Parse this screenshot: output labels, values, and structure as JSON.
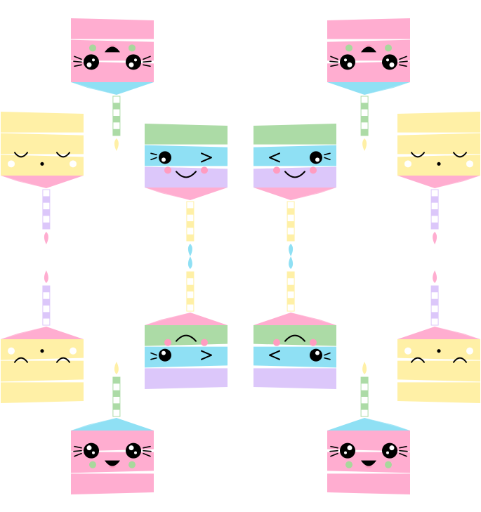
{
  "scene": {
    "description": "",
    "background": "#ffffff",
    "colors": {
      "pink": "#ffadd0",
      "yellow": "#fff0a6",
      "blue": "#8fe0f4",
      "green": "#acdba6",
      "purple": "#dcc7fa",
      "stroke": "#000000",
      "cheek_pink": "#ff9cc0",
      "cheek_green": "#a8d89c"
    },
    "cakes": [
      {
        "name": "cake-pink-top-left",
        "layers": [
          "pink",
          "pink",
          "pink"
        ],
        "plate": "blue",
        "candle": "green",
        "flame": "yellow",
        "face": "open-smile",
        "cheeks": "green",
        "flip_v": true,
        "mirror": false
      },
      {
        "name": "cake-pink-top-right",
        "layers": [
          "pink",
          "pink",
          "pink"
        ],
        "plate": "blue",
        "candle": "green",
        "flame": "yellow",
        "face": "open-smile",
        "cheeks": "green",
        "flip_v": true,
        "mirror": true
      },
      {
        "name": "cake-yellow-upper-left",
        "layers": [
          "yellow",
          "yellow",
          "yellow"
        ],
        "plate": "pink",
        "candle": "purple",
        "flame": "pink",
        "face": "happy-closed",
        "cheeks": "white",
        "flip_v": true,
        "mirror": false
      },
      {
        "name": "cake-yellow-upper-right",
        "layers": [
          "yellow",
          "yellow",
          "yellow"
        ],
        "plate": "pink",
        "candle": "purple",
        "flame": "pink",
        "face": "happy-closed",
        "cheeks": "white",
        "flip_v": true,
        "mirror": true
      },
      {
        "name": "cake-rainbow-upper-mid-left",
        "layers": [
          "purple",
          "blue",
          "green"
        ],
        "plate": "pink",
        "candle": "yellow",
        "flame": "blue",
        "face": "wink",
        "cheeks": "pink",
        "flip_v": true,
        "mirror": false
      },
      {
        "name": "cake-rainbow-upper-mid-right",
        "layers": [
          "purple",
          "blue",
          "green"
        ],
        "plate": "pink",
        "candle": "yellow",
        "flame": "blue",
        "face": "wink",
        "cheeks": "pink",
        "flip_v": true,
        "mirror": true
      },
      {
        "name": "cake-yellow-lower-left",
        "layers": [
          "yellow",
          "yellow",
          "yellow"
        ],
        "plate": "pink",
        "candle": "purple",
        "flame": "pink",
        "face": "happy-closed",
        "cheeks": "white",
        "flip_v": false,
        "mirror": false
      },
      {
        "name": "cake-yellow-lower-right",
        "layers": [
          "yellow",
          "yellow",
          "yellow"
        ],
        "plate": "pink",
        "candle": "purple",
        "flame": "pink",
        "face": "happy-closed",
        "cheeks": "white",
        "flip_v": false,
        "mirror": true
      },
      {
        "name": "cake-rainbow-lower-mid-left",
        "layers": [
          "green",
          "blue",
          "purple"
        ],
        "plate": "pink",
        "candle": "yellow",
        "flame": "blue",
        "face": "wink",
        "cheeks": "pink",
        "flip_v": false,
        "mirror": false
      },
      {
        "name": "cake-rainbow-lower-mid-right",
        "layers": [
          "green",
          "blue",
          "purple"
        ],
        "plate": "pink",
        "candle": "yellow",
        "flame": "blue",
        "face": "wink",
        "cheeks": "pink",
        "flip_v": false,
        "mirror": true
      },
      {
        "name": "cake-pink-bottom-left",
        "layers": [
          "pink",
          "pink",
          "pink"
        ],
        "plate": "blue",
        "candle": "green",
        "flame": "yellow",
        "face": "open-smile",
        "cheeks": "green",
        "flip_v": false,
        "mirror": false
      },
      {
        "name": "cake-pink-bottom-right",
        "layers": [
          "pink",
          "pink",
          "pink"
        ],
        "plate": "blue",
        "candle": "green",
        "flame": "yellow",
        "face": "open-smile",
        "cheeks": "green",
        "flip_v": false,
        "mirror": true
      }
    ]
  }
}
